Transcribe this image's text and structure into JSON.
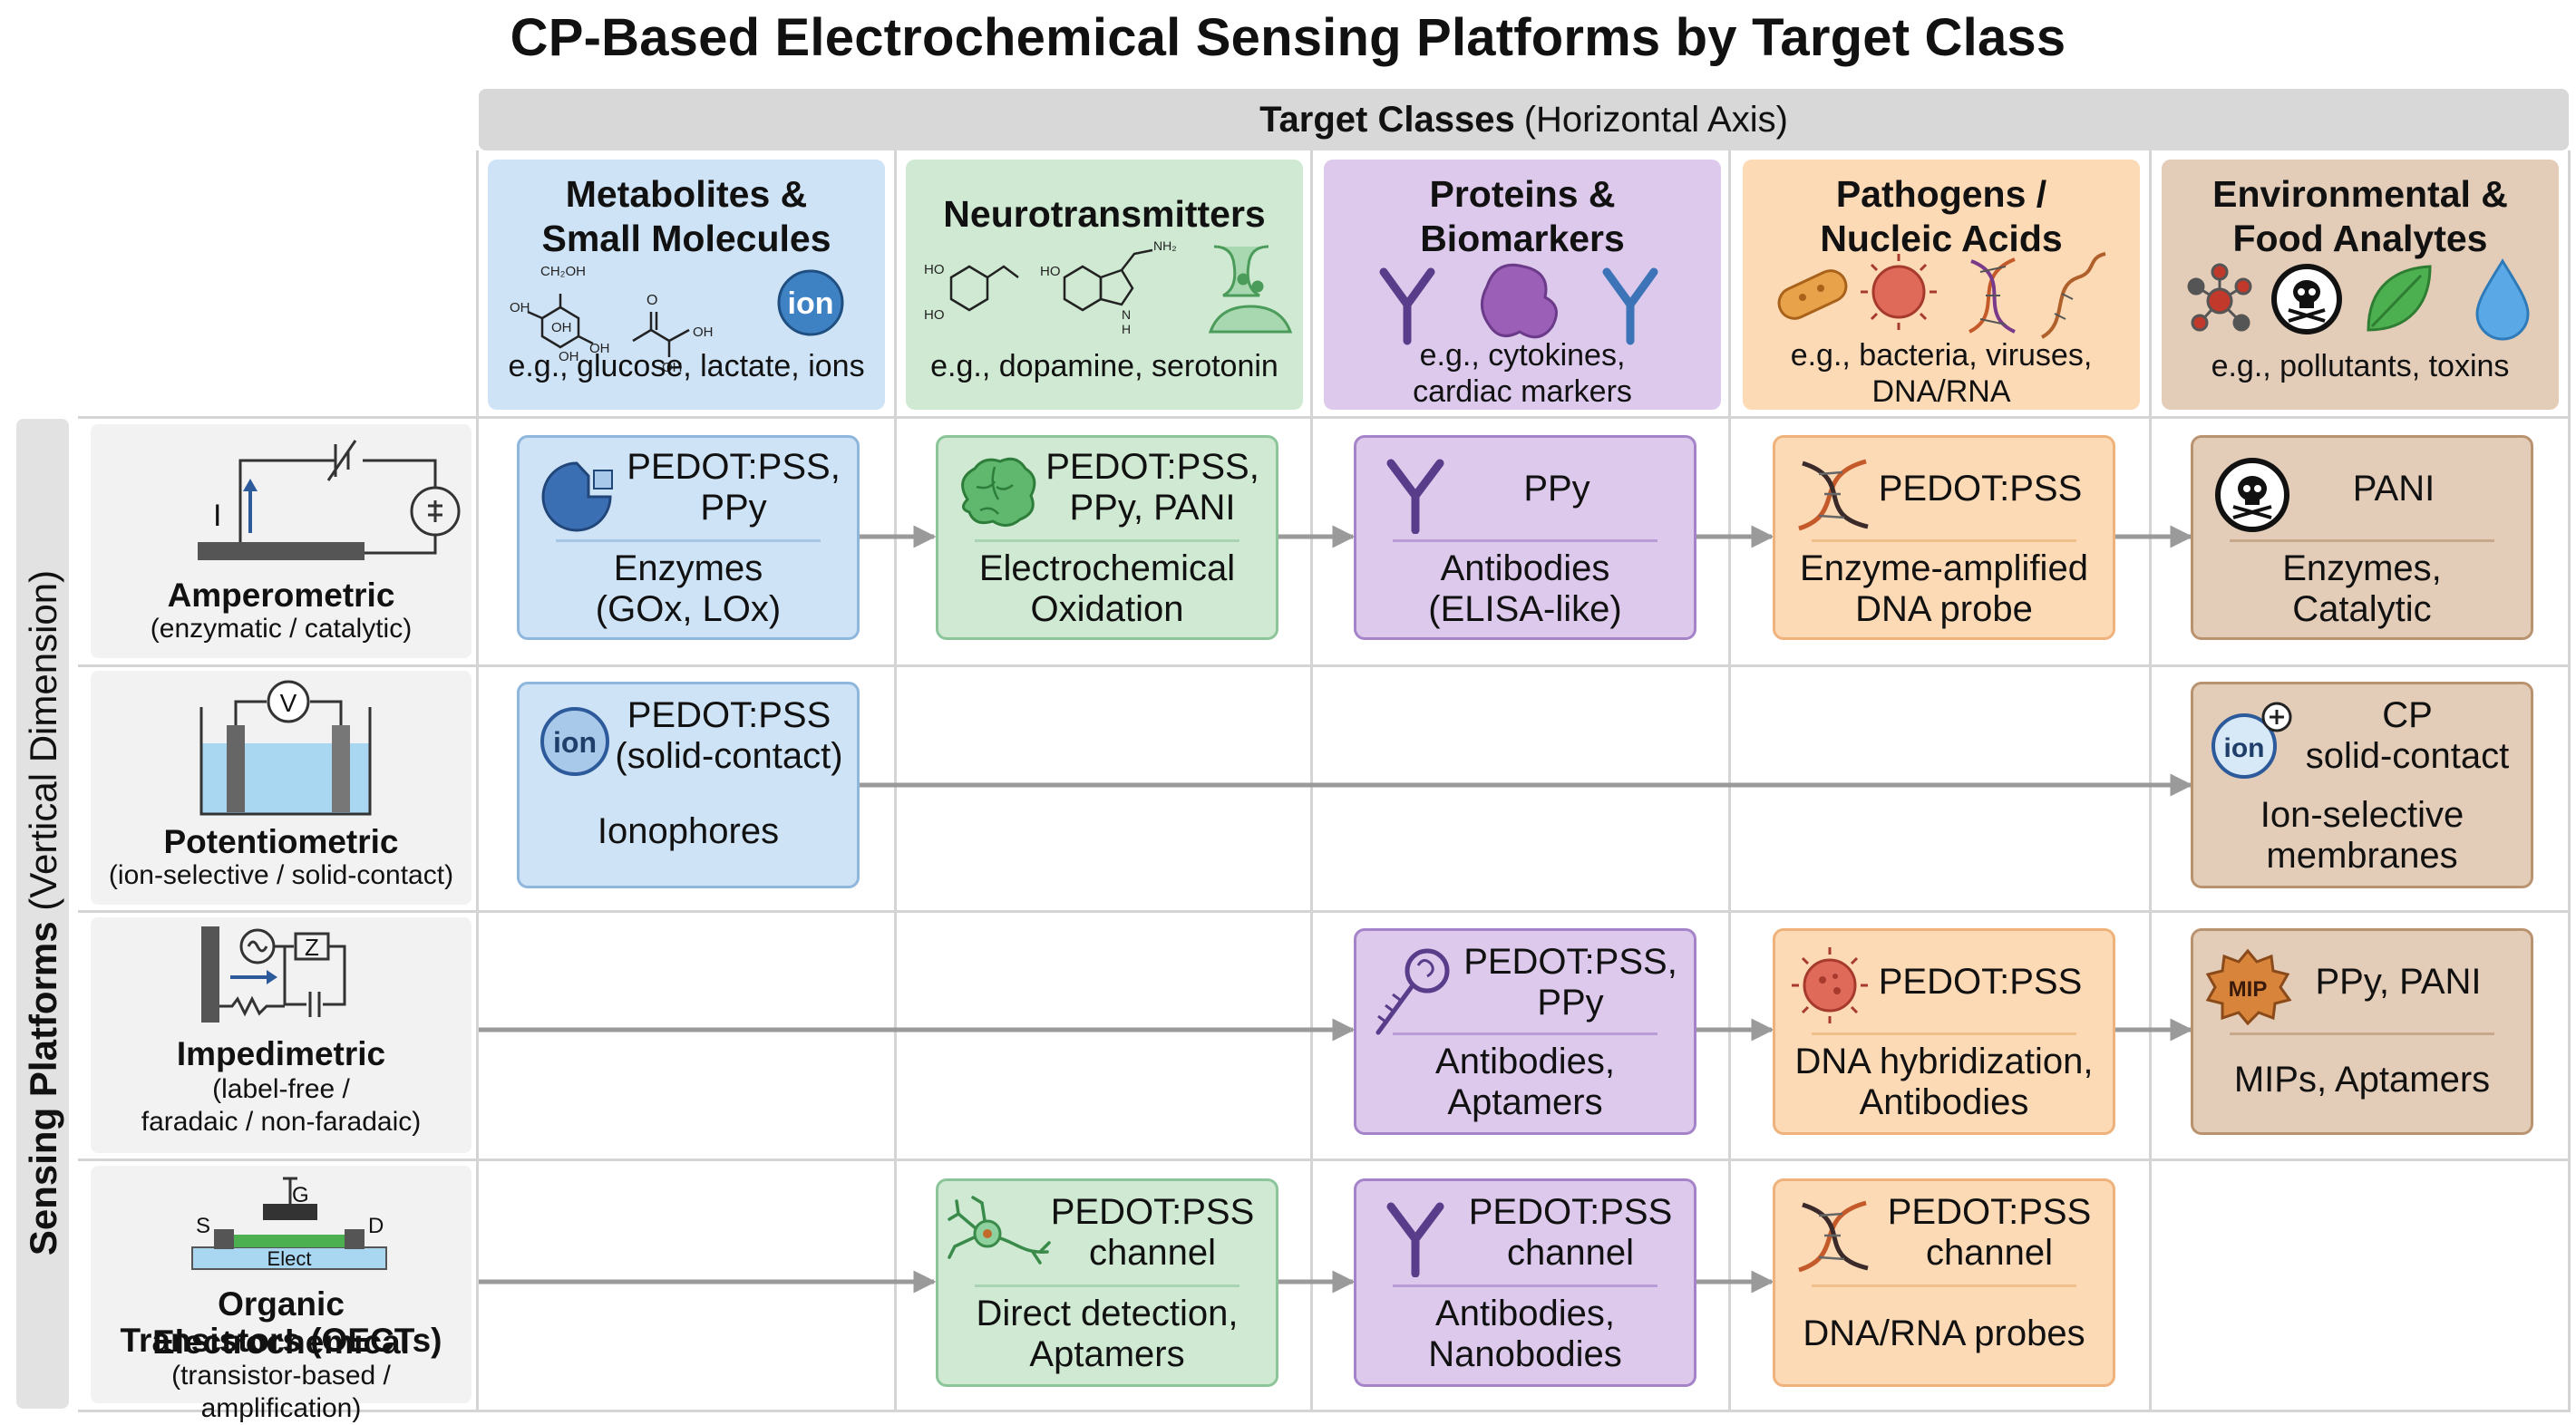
{
  "title": "CP-Based Electrochemical Sensing Platforms by Target Class",
  "horizontal_axis": {
    "bold": "Target Classes",
    "rest": "(Horizontal Axis)"
  },
  "vertical_axis": {
    "bold": "Sensing Platforms",
    "rest": "(Vertical Dimension)"
  },
  "colors": {
    "blue": "#cfe3f6",
    "green": "#cfe9d2",
    "purple": "#dcc9ec",
    "orange": "#fddab6",
    "brown": "#e3cdb8",
    "arrow": "#9a9a9a"
  },
  "columns": [
    {
      "title_1": "Metabolites &",
      "title_2": "Small Molecules",
      "example": "e.g., glucose, lactate, ions",
      "icons": [
        "glucose-structure-icon",
        "lactate-structure-icon",
        "ion-icon"
      ],
      "icon_text": {
        "ch2oh": "CH₂OH",
        "oh": "OH",
        "o": "O",
        "ion": "ion"
      }
    },
    {
      "title_1": "Neurotransmitters",
      "title_2": "",
      "example": "e.g., dopamine, serotonin",
      "icons": [
        "dopamine-structure-icon",
        "serotonin-structure-icon",
        "synapse-icon"
      ],
      "icon_text": {
        "ho": "HO",
        "nh2": "NH₂",
        "h": "H",
        "n": "N"
      }
    },
    {
      "title_1": "Proteins &",
      "title_2": "Biomarkers",
      "example_1": "e.g., cytokines,",
      "example_2": "cardiac markers",
      "icons": [
        "antibody-icon",
        "protein-icon",
        "antibody-icon"
      ]
    },
    {
      "title_1": "Pathogens /",
      "title_2": "Nucleic Acids",
      "example_1": "e.g., bacteria, viruses,",
      "example_2": "DNA/RNA",
      "icons": [
        "bacteria-icon",
        "virus-icon",
        "dna-icon",
        "rna-icon"
      ]
    },
    {
      "title_1": "Environmental &",
      "title_2": "Food Analytes",
      "example": "e.g., pollutants, toxins",
      "icons": [
        "molecule-icon",
        "skull-icon",
        "leaf-icon",
        "water-drop-icon"
      ]
    }
  ],
  "rows": [
    {
      "title": "Amperometric",
      "subtitle": "(enzymatic / catalytic)",
      "icon": "amperometric-circuit-icon",
      "icon_text": "I"
    },
    {
      "title": "Potentiometric",
      "subtitle": "(ion-selective / solid-contact)",
      "icon": "potentiometric-cell-icon",
      "icon_text": "V"
    },
    {
      "title": "Impedimetric",
      "subtitle_1": "(label-free /",
      "subtitle_2": "faradaic / non-faradaic)",
      "icon": "impedance-circuit-icon",
      "icon_text": "Z"
    },
    {
      "title_1": "Organic Electrochemical",
      "title_2": "Transistors (OECTs)",
      "subtitle": "(transistor-based / amplification)",
      "icon": "oect-device-icon",
      "icon_text": {
        "g": "G",
        "s": "S",
        "d": "D",
        "elect": "Elect"
      }
    }
  ],
  "cells": {
    "amp_met": {
      "mat_1": "PEDOT:PSS,",
      "mat_2": "PPy",
      "rec_1": "Enzymes",
      "rec_2": "(GOx, LOx)",
      "icon": "enzyme-icon"
    },
    "amp_neu": {
      "mat_1": "PEDOT:PSS,",
      "mat_2": "PPy, PANI",
      "rec_1": "Electrochemical",
      "rec_2": "Oxidation",
      "icon": "brain-icon"
    },
    "amp_pro": {
      "mat_1": "PPy",
      "rec_1": "Antibodies",
      "rec_2": "(ELISA-like)",
      "icon": "antibody-icon"
    },
    "amp_pat": {
      "mat_1": "PEDOT:PSS",
      "rec_1": "Enzyme-amplified",
      "rec_2": "DNA probe",
      "icon": "dna-icon"
    },
    "amp_env": {
      "mat_1": "PANI",
      "rec_1": "Enzymes,",
      "rec_2": "Catalytic",
      "icon": "skull-icon"
    },
    "pot_met": {
      "mat_1": "PEDOT:PSS",
      "mat_2": "(solid-contact)",
      "rec_1": "Ionophores",
      "icon": "ion-icon",
      "icon_text": "ion"
    },
    "pot_env": {
      "mat_1": "CP",
      "mat_2": "solid-contact",
      "rec_1": "Ion-selective",
      "rec_2": "membranes",
      "icon": "ion-plus-icon",
      "icon_text": "ion"
    },
    "imp_pro": {
      "mat_1": "PEDOT:PSS,",
      "mat_2": "PPy",
      "rec_1": "Antibodies,",
      "rec_2": "Aptamers",
      "icon": "aptamer-probe-icon"
    },
    "imp_pat": {
      "mat_1": "PEDOT:PSS",
      "rec_1": "DNA hybridization,",
      "rec_2": "Antibodies",
      "icon": "virus-icon"
    },
    "imp_env": {
      "mat_1": "PPy, PANI",
      "rec_1": "MIPs, Aptamers",
      "icon": "mip-icon",
      "icon_text": "MIP"
    },
    "oect_neu": {
      "mat_1": "PEDOT:PSS",
      "mat_2": "channel",
      "rec_1": "Direct detection,",
      "rec_2": "Aptamers",
      "icon": "neuron-icon"
    },
    "oect_pro": {
      "mat_1": "PEDOT:PSS",
      "mat_2": "channel",
      "rec_1": "Antibodies,",
      "rec_2": "Nanobodies",
      "icon": "antibody-icon"
    },
    "oect_pat": {
      "mat_1": "PEDOT:PSS",
      "mat_2": "channel",
      "rec_1": "DNA/RNA probes",
      "icon": "dna-icon"
    }
  }
}
